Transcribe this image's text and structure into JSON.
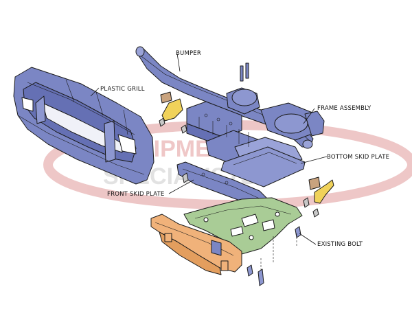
{
  "labels": {
    "bumper": "BUMPER",
    "plastic_grill": "PLASTIC GRILL",
    "frame_assembly": "FRAME ASSEMBLY",
    "bottom_skid_plate": "BOTTOM SKID PLATE",
    "front_skid_plate": "FRONT SKID PLATE",
    "existing_bolt": "EXISTING BOLT"
  },
  "watermark": {
    "line1": "EQUIPMENT",
    "line2": "SPECIALISTS"
  },
  "colors": {
    "blue_parts": "#7b86c4",
    "blue_dark": "#5a64a8",
    "green_plate": "#a9cc96",
    "orange_tube": "#f0b27a",
    "yellow_bracket": "#f0d25a",
    "tan_block": "#c9a37e",
    "watermark_red": "#e2a4a4",
    "watermark_gray": "#d9d9d9"
  }
}
